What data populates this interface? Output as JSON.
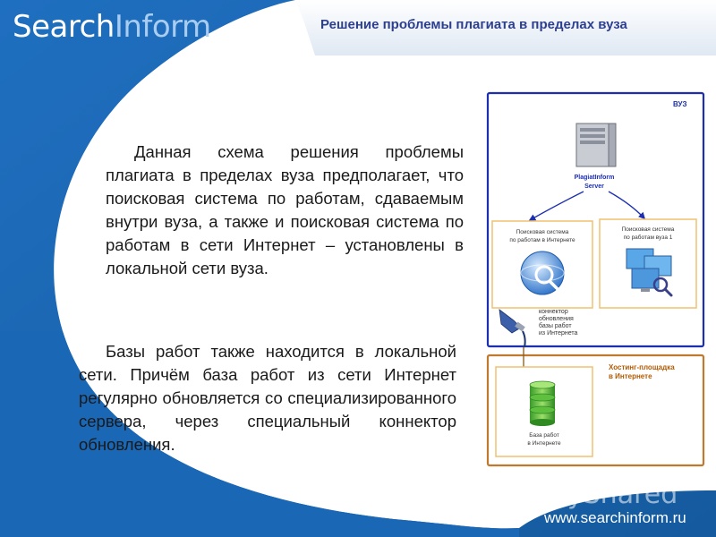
{
  "logo": {
    "part1": "Search",
    "part2": "Inform"
  },
  "title": "Решение проблемы плагиата в пределах вуза",
  "paragraphs": [
    "Данная схема решения проблемы плагиата в пределах вуза предполагает, что поисковая система по работам, сдаваемым внутри вуза, а также и поисковая система по работам в сети Интернет – установлены в локальной сети вуза.",
    "Базы работ также находится в локальной сети. Причём база работ из сети Интернет регулярно обновляется со специализированного сервера, через специальный коннектор обновления."
  ],
  "diagram": {
    "vuz_label": "ВУЗ",
    "server_label": [
      "PlagiatInform",
      "Server"
    ],
    "internet_search_label": [
      "Поисковая система",
      "по работам в Интернете"
    ],
    "vuz_search_label": [
      "Поисковая система",
      "по работам вуза 1"
    ],
    "connector_label": [
      "коннектор",
      "обновления",
      "базы работ",
      "из Интернета"
    ],
    "hosting_label": [
      "Хостинг-площадка",
      "в Интернете"
    ],
    "db_label": [
      "База работ",
      "в Интернете"
    ]
  },
  "footer": {
    "url": "www.searchinform.ru",
    "watermark": "MyShared"
  },
  "colors": {
    "primary_blue": "#1a67b5",
    "title_text": "#2c3f8f",
    "vuz_border": "#1c2fb0",
    "box_border": "#f0c070",
    "hosting_border": "#c07a30",
    "hosting_text": "#b35a00"
  }
}
